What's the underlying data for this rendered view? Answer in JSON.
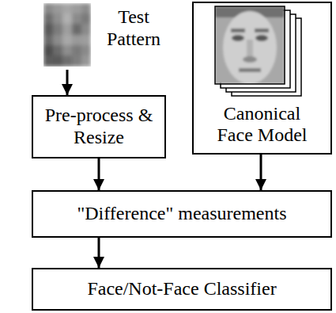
{
  "diagram": {
    "nodes": [
      {
        "text": [
          "Test Pattern"
        ]
      },
      {
        "text": [
          "Canonical Face Model"
        ]
      },
      {
        "text": [
          "Pre-process & Resize"
        ]
      },
      {
        "text": [
          "\"Difference\" measurements"
        ]
      },
      {
        "text": [
          "Face/Not-Face Classifier"
        ]
      }
    ],
    "edges": [
      {
        "from": 0,
        "to": 2,
        "arrow": "to"
      },
      {
        "from": 2,
        "to": 3,
        "arrow": "to"
      },
      {
        "from": 1,
        "to": 3,
        "arrow": "to"
      },
      {
        "from": 3,
        "to": 4,
        "arrow": "to"
      }
    ]
  }
}
